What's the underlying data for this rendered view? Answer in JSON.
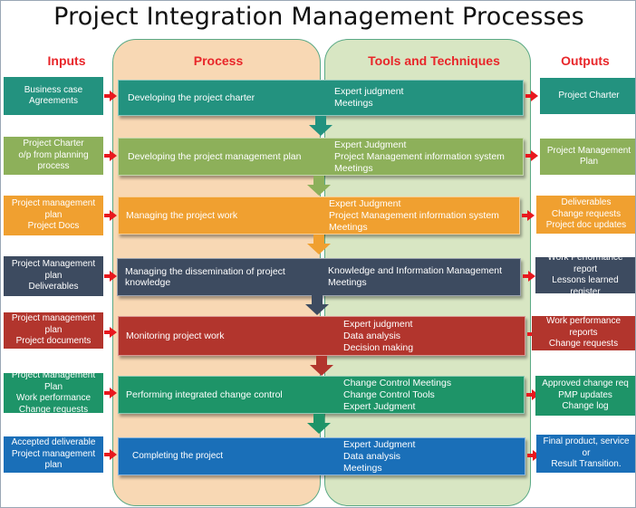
{
  "title": "Project Integration Management Processes",
  "headers": {
    "inputs": "Inputs",
    "process": "Process",
    "tools": "Tools and Techniques",
    "outputs": "Outputs"
  },
  "colors": {
    "teal": "#23927f",
    "green": "#8db05a",
    "orange": "#f0a030",
    "slate": "#3d4b60",
    "red": "#b2352d",
    "green2": "#1e9468",
    "blue": "#1a6fb8"
  },
  "rows": [
    {
      "input": "Business case\nAgreements",
      "process": "Developing the project charter",
      "tools": "Expert judgment\nMeetings",
      "output": "Project Charter"
    },
    {
      "input": "Project Charter\no/p from planning\nprocess",
      "process": "Developing the project management plan",
      "tools": "Expert Judgment\nProject Management information system\nMeetings",
      "output": "Project Management\nPlan"
    },
    {
      "input": "Project management\nplan\nProject Docs",
      "process": "Managing the project work",
      "tools": "Expert Judgment\nProject Management information system\nMeetings",
      "output": "Deliverables\nChange requests\nProject doc updates"
    },
    {
      "input": "Project Management\nplan\nDeliverables",
      "process": "Managing the dissemination of project\nknowledge",
      "tools": "Knowledge and Information Management\nMeetings",
      "output": "Work Performance report\nLessons learned register"
    },
    {
      "input": "Project management\nplan\nProject documents",
      "process": "Monitoring project work",
      "tools": "Expert judgment\nData analysis\nDecision making",
      "output": "Work performance reports\nChange requests"
    },
    {
      "input": "Project Management Plan\nWork performance\nChange requests",
      "process": "Performing integrated change control",
      "tools": "Change Control Meetings\nChange Control Tools\nExpert Judgment",
      "output": "Approved change req\nPMP updates\nChange log"
    },
    {
      "input": "Accepted deliverable\nProject management plan",
      "process": "Completing the project",
      "tools": "Expert Judgment\nData analysis\nMeetings",
      "output": "Final product, service or\nResult Transition."
    }
  ]
}
